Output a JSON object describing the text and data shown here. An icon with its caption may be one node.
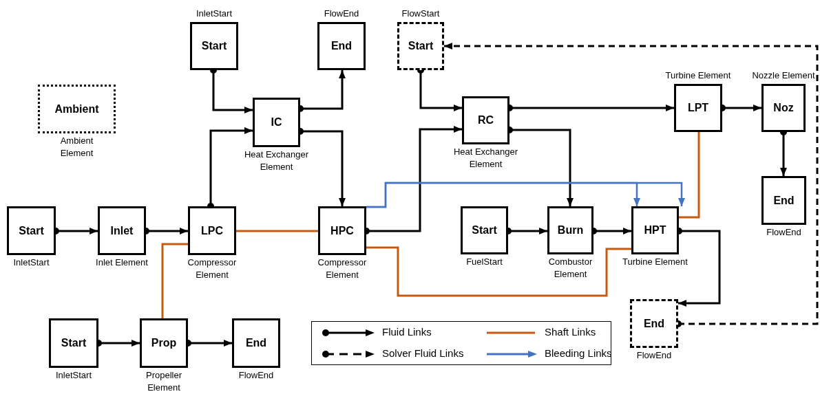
{
  "diagram": {
    "nodes": [
      {
        "text": [
          "Start"
        ],
        "beside": [
          "InletStart"
        ]
      },
      {
        "text": [
          "End"
        ],
        "beside": [
          "FlowEnd"
        ]
      },
      {
        "text": [
          "Start"
        ],
        "beside": [
          "FlowStart"
        ]
      },
      {
        "text": [
          "Ambient"
        ],
        "beside": [
          "Ambient Element"
        ]
      },
      {
        "text": [
          "IC"
        ],
        "beside": [
          "Heat Exchanger Element"
        ]
      },
      {
        "text": [
          "RC"
        ],
        "beside": [
          "Heat Exchanger Element"
        ]
      },
      {
        "text": [
          "LPT"
        ],
        "beside": [
          "Turbine Element"
        ]
      },
      {
        "text": [
          "Noz"
        ],
        "beside": [
          "Nozzle Element"
        ]
      },
      {
        "text": [
          "End"
        ],
        "beside": [
          "FlowEnd"
        ]
      },
      {
        "text": [
          "Start"
        ],
        "beside": [
          "InletStart"
        ]
      },
      {
        "text": [
          "Inlet"
        ],
        "beside": [
          "Inlet Element"
        ]
      },
      {
        "text": [
          "LPC"
        ],
        "beside": [
          "Compressor Element"
        ]
      },
      {
        "text": [
          "HPC"
        ],
        "beside": [
          "Compressor Element"
        ]
      },
      {
        "text": [
          "Start"
        ],
        "beside": [
          "FuelStart"
        ]
      },
      {
        "text": [
          "Burn"
        ],
        "beside": [
          "Combustor Element"
        ]
      },
      {
        "text": [
          "HPT"
        ],
        "beside": [
          "Turbine Element"
        ]
      },
      {
        "text": [
          "End"
        ],
        "beside": [
          "FlowEnd"
        ]
      },
      {
        "text": [
          "Start"
        ],
        "beside": [
          "InletStart"
        ]
      },
      {
        "text": [
          "Prop"
        ],
        "beside": [
          "Propeller Element"
        ]
      },
      {
        "text": [
          "End"
        ],
        "beside": [
          "FlowEnd"
        ]
      }
    ],
    "edges": [
      {
        "from": 0,
        "to": 4,
        "arrow": "to"
      },
      {
        "from": 4,
        "to": 1,
        "arrow": "to"
      },
      {
        "from": 11,
        "to": 4,
        "arrow": "to"
      },
      {
        "from": 4,
        "to": 12,
        "arrow": "to"
      },
      {
        "from": 2,
        "to": 5,
        "arrow": "to"
      },
      {
        "from": 12,
        "to": 5,
        "arrow": "to"
      },
      {
        "from": 5,
        "to": 6,
        "arrow": "to"
      },
      {
        "from": 5,
        "to": 14,
        "arrow": "to"
      },
      {
        "from": 6,
        "to": 7,
        "arrow": "to"
      },
      {
        "from": 7,
        "to": 8,
        "arrow": "to"
      },
      {
        "from": 9,
        "to": 10,
        "arrow": "to"
      },
      {
        "from": 10,
        "to": 11,
        "arrow": "to"
      },
      {
        "from": 13,
        "to": 14,
        "arrow": "to"
      },
      {
        "from": 14,
        "to": 15,
        "arrow": "to"
      },
      {
        "from": 15,
        "to": 16,
        "arrow": "to"
      },
      {
        "from": 16,
        "to": 2,
        "arrow": "to",
        "style": "dashed"
      },
      {
        "from": 17,
        "to": 18,
        "arrow": "to"
      },
      {
        "from": 18,
        "to": 19,
        "arrow": "to"
      },
      {
        "from": 11,
        "to": 12,
        "arrow": "none",
        "color": "#c55a11"
      },
      {
        "from": 18,
        "to": 11,
        "arrow": "none",
        "color": "#c55a11"
      },
      {
        "from": 12,
        "to": 15,
        "arrow": "none",
        "color": "#c55a11"
      },
      {
        "from": 6,
        "to": 15,
        "arrow": "none",
        "color": "#c55a11"
      },
      {
        "from": 12,
        "to": 15,
        "arrow": "to",
        "color": "#4472c4"
      },
      {
        "from": 12,
        "to": 15,
        "arrow": "to",
        "color": "#4472c4"
      }
    ],
    "legend": [
      {
        "text": "Fluid Links"
      },
      {
        "text": "Solver Fluid Links"
      },
      {
        "text": "Shaft Links"
      },
      {
        "text": "Bleeding Links"
      }
    ]
  }
}
